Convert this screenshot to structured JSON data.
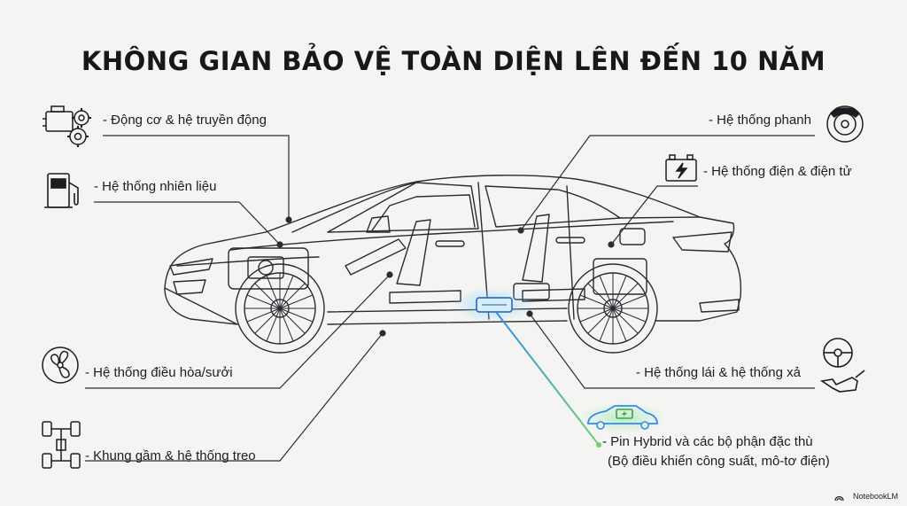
{
  "title": "KHÔNG GIAN BẢO VỆ TOÀN DIỆN LÊN ĐẾN 10 NĂM",
  "left_items": [
    {
      "label": "- Động cơ & hệ truyền động",
      "icon": "engine-gears-icon"
    },
    {
      "label": "- Hệ thống nhiên liệu",
      "icon": "fuel-pump-icon"
    },
    {
      "label": "- Hệ thống điều hòa/sưởi",
      "icon": "fan-icon"
    },
    {
      "label": "- Khung gầm & hệ thống treo",
      "icon": "chassis-suspension-icon"
    }
  ],
  "right_items": [
    {
      "label": "- Hệ thống phanh",
      "icon": "brake-disc-icon"
    },
    {
      "label": "- Hệ thống điện & điện tử",
      "icon": "battery-icon"
    },
    {
      "label": "- Hệ thống lái & hệ thống xả",
      "icon": "steering-wheel-exhaust-icon"
    }
  ],
  "hybrid": {
    "line1": "- Pin Hybrid và các bộ phận đặc thù",
    "line2": "(Bộ điều khiển công suất, mô-tơ điện)",
    "icon": "hybrid-car-battery-icon"
  },
  "footer": {
    "brand": "NotebookLM",
    "icon": "notebooklm-logo-icon"
  },
  "colors": {
    "ink": "#1b1d22",
    "accent_blue": "#2f8df0",
    "accent_green": "#6fd06a",
    "background": "#f4f4f2"
  }
}
